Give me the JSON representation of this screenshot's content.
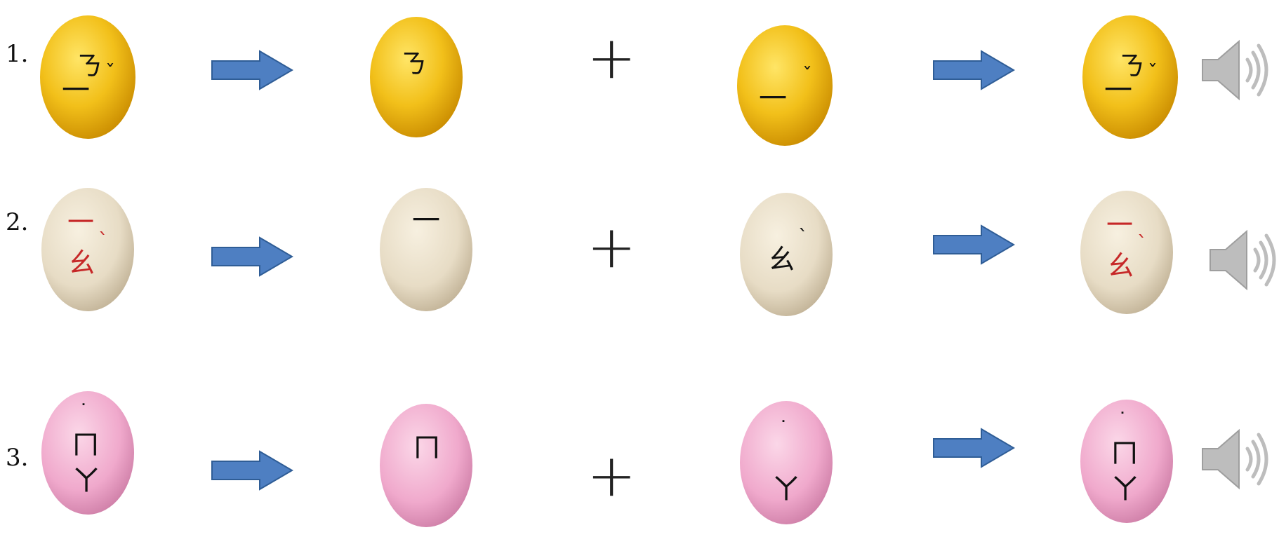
{
  "rows": [
    {
      "number": "1.",
      "color": "yellow",
      "result_symbols": "ㄋㄧˇ",
      "part_a_symbols": "ㄋ",
      "part_b_symbols": "ㄧˇ",
      "speaker_icon": "speaker-icon"
    },
    {
      "number": "2.",
      "color": "cream",
      "result_symbols": "ㄧㄠˋ",
      "part_a_symbols": "ㄧ",
      "part_b_symbols": "ㄠˋ",
      "speaker_icon": "speaker-icon"
    },
    {
      "number": "3.",
      "color": "pink",
      "result_symbols": "˙ㄇㄚ",
      "part_a_symbols": "ㄇ",
      "part_b_symbols": "˙ㄚ",
      "speaker_icon": "speaker-icon"
    }
  ],
  "operators": {
    "plus": "+",
    "arrow_icon": "right-arrow-icon"
  },
  "colors": {
    "yellow_bean": "#F2C01A",
    "cream_bean": "#E7DCC5",
    "pink_bean": "#F0A9CC",
    "arrow_fill": "#4E7FC2",
    "arrow_stroke": "#2F5D96",
    "speaker_gray": "#B8B8B8",
    "ink_black": "#111111",
    "ink_red": "#C62828"
  }
}
